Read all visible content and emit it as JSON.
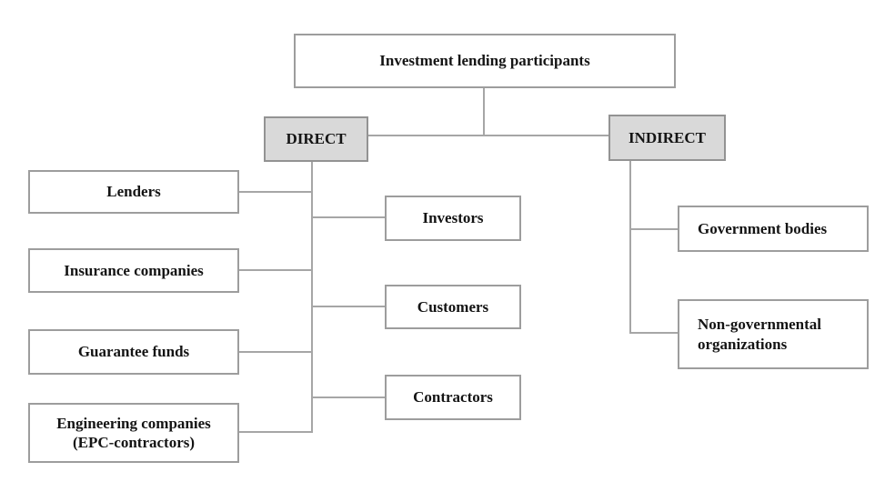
{
  "diagram": {
    "root": {
      "label": "Investment lending participants"
    },
    "branches": {
      "direct": {
        "label": "DIRECT"
      },
      "indirect": {
        "label": "INDIRECT"
      }
    },
    "direct_left_members": [
      {
        "label": "Lenders"
      },
      {
        "label": "Insurance companies"
      },
      {
        "label": "Guarantee funds"
      },
      {
        "label": "Engineering companies (EPC-contractors)"
      }
    ],
    "direct_right_members": [
      {
        "label": "Investors"
      },
      {
        "label": "Customers"
      },
      {
        "label": "Contractors"
      }
    ],
    "indirect_members": [
      {
        "label": "Government bodies"
      },
      {
        "label": "Non-governmental organizations"
      }
    ],
    "colors": {
      "background": "#ffffff",
      "box_border": "#9d9d9d",
      "branch_fill": "#d9d9d9",
      "connector_line": "#a6a6a6",
      "text": "#141414"
    }
  }
}
